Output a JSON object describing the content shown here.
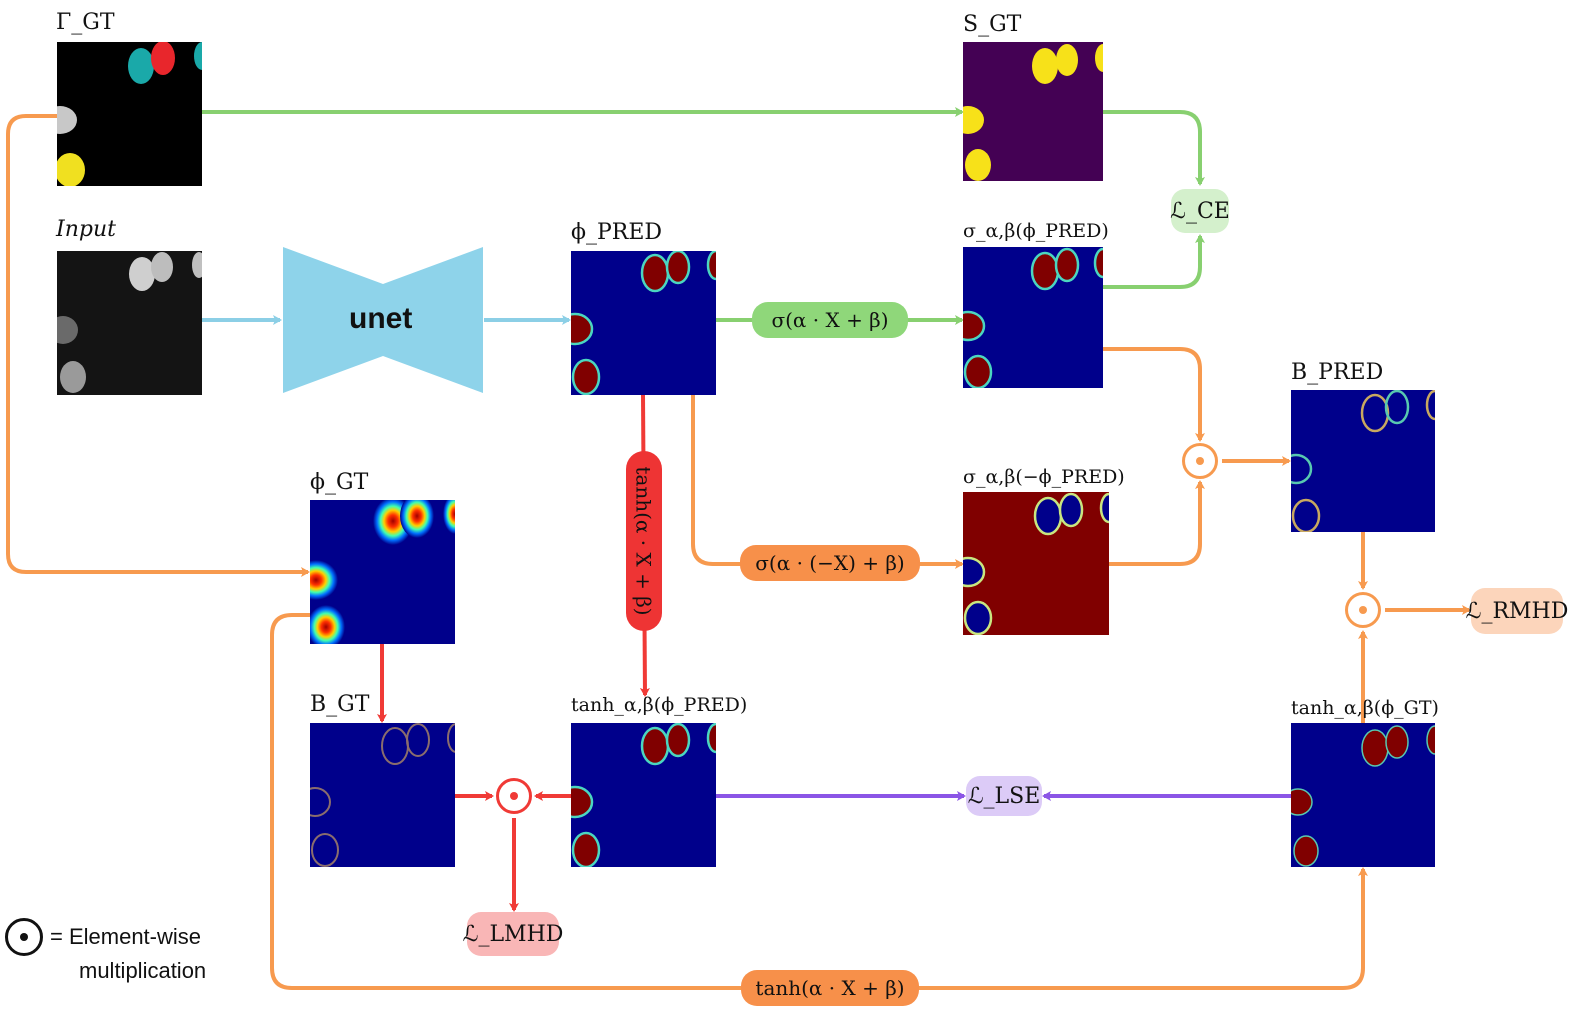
{
  "labels": {
    "gamma_gt": "Γ_GT",
    "input": "Input",
    "phi_pred": "ϕ_PRED",
    "phi_gt": "ϕ_GT",
    "b_gt": "B_GT",
    "s_gt": "S_GT",
    "sigma_pos": "σ_α,β(ϕ_PRED)",
    "sigma_neg": "σ_α,β(−ϕ_PRED)",
    "b_pred": "B_PRED",
    "tanh_pred": "tanh_α,β(ϕ_PRED)",
    "tanh_gt": "tanh_α,β(ϕ_GT)"
  },
  "network": {
    "name": "unet"
  },
  "operations": {
    "sigma_pos": "σ(α · X + β)",
    "sigma_neg": "σ(α · (−X) + β)",
    "tanh_vertical": "tanh(α · X + β)",
    "tanh_bottom": "tanh(α · X + β)"
  },
  "losses": {
    "ce": "ℒ_CE",
    "lse": "ℒ_LSE",
    "lmhd": "ℒ_LMHD",
    "rmhd": "ℒ_RMHD"
  },
  "legend": {
    "line1": "= Element-wise",
    "line2": "multiplication"
  },
  "colors": {
    "green": "#88d070",
    "green_pill": "#8fd77a",
    "green_loss": "#d4f0cc",
    "blue_arrow": "#8ccfe6",
    "unet": "#8ed3ea",
    "orange": "#f79a4f",
    "orange_pill": "#f7904a",
    "orange_loss": "#fcd5bb",
    "red": "#f03a36",
    "red_pill": "#ee3434",
    "red_loss": "#f9b6b6",
    "purple": "#8b55e6",
    "purple_loss": "#dccbf7",
    "navy": "#00008b",
    "darkred": "#800000",
    "purple_bg": "#440154",
    "yellow": "#f7e119"
  }
}
